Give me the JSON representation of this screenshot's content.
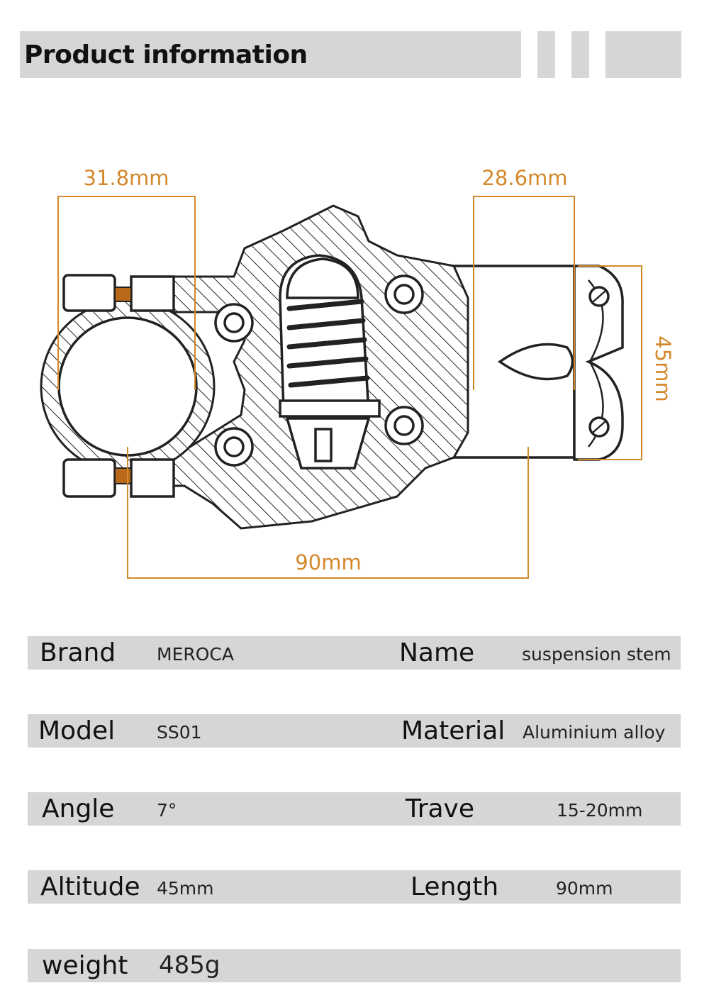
{
  "header": {
    "title": "Product information"
  },
  "diagram": {
    "clamp_diameter": "31.8mm",
    "steerer_diameter": "28.6mm",
    "stack_height": "45mm",
    "length": "90mm"
  },
  "specs": [
    {
      "left_label": "Brand",
      "left_value": "MEROCA",
      "right_label": "Name",
      "right_value": "suspension stem"
    },
    {
      "left_label": "Model",
      "left_value": "SS01",
      "right_label": "Material",
      "right_value": "Aluminium alloy"
    },
    {
      "left_label": "Angle",
      "left_value": "7°",
      "right_label": "Trave",
      "right_value": "15-20mm"
    },
    {
      "left_label": "Altitude",
      "left_value": "45mm",
      "right_label": "Length",
      "right_value": "90mm"
    },
    {
      "left_label": "weight",
      "left_value": "485g"
    }
  ],
  "colors": {
    "accent": "#d4882c",
    "bar": "#d6d6d6",
    "text": "#111111"
  }
}
